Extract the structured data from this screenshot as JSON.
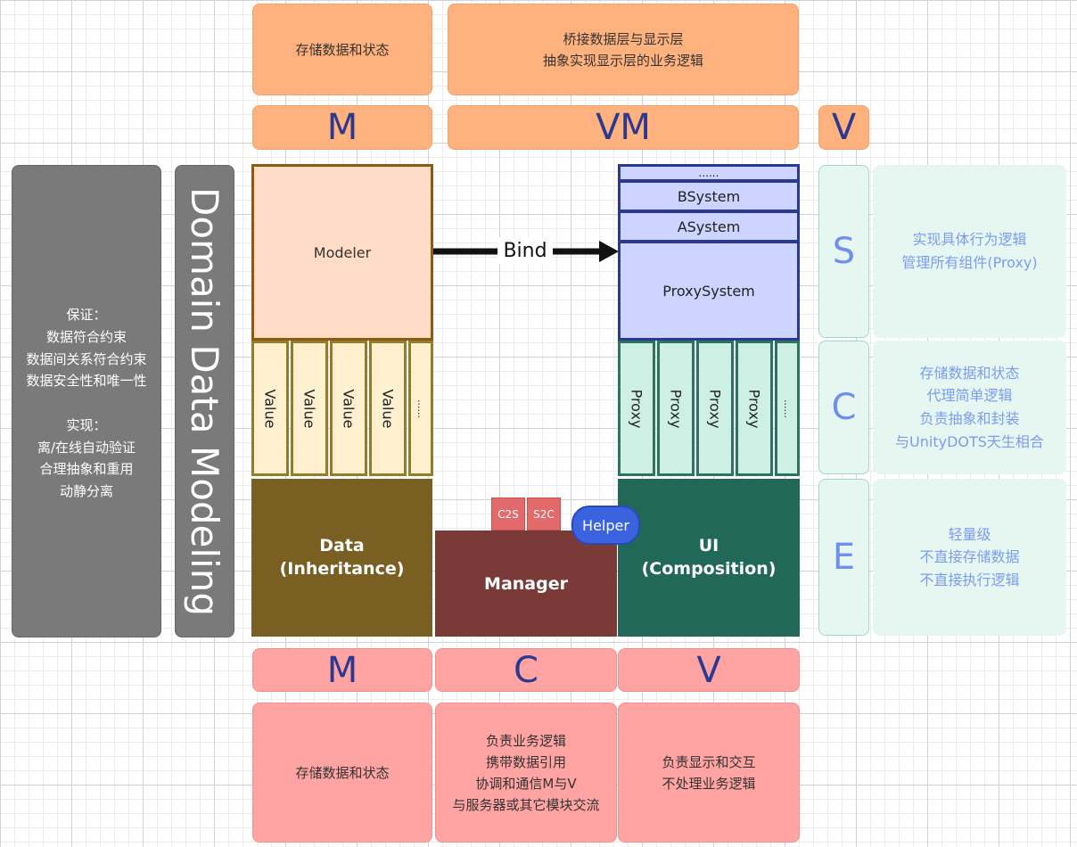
{
  "top": {
    "m_desc": "存储数据和状态",
    "vm_desc": "桥接数据层与显示层\n抽象实现显示层的业务逻辑",
    "m_label": "M",
    "vm_label": "VM",
    "v_label": "V"
  },
  "left": {
    "notes": "保证：\n数据符合约束\n数据间关系符合约束\n数据安全性和唯一性\n\n实现：\n离/在线自动验证\n合理抽象和重用\n动静分离",
    "title": "Domain Data Modeling"
  },
  "model": {
    "modeler": "Modeler",
    "values": [
      "Value",
      "Value",
      "Value",
      "Value",
      "......"
    ]
  },
  "bind_label": "Bind",
  "systems": {
    "ellipsis": "......",
    "bsystem": "BSystem",
    "asystem": "ASystem",
    "proxysystem": "ProxySystem"
  },
  "proxies": [
    "Proxy",
    "Proxy",
    "Proxy",
    "Proxy",
    "......"
  ],
  "bottom_blocks": {
    "data": "Data\n(Inheritance)",
    "manager": "Manager",
    "ui": "UI\n(Composition)",
    "c2s": "C2S",
    "s2c": "S2C",
    "helper": "Helper"
  },
  "sce": {
    "s_label": "S",
    "c_label": "C",
    "e_label": "E",
    "s_desc": "实现具体行为逻辑\n管理所有组件(Proxy)",
    "c_desc": "存储数据和状态\n代理简单逻辑\n负责抽象和封装\n与UnityDOTS天生相合",
    "e_desc": "轻量级\n不直接存储数据\n不直接执行逻辑"
  },
  "bottom": {
    "m_label": "M",
    "c_label": "C",
    "v_label": "V",
    "m_desc": "存储数据和状态",
    "c_desc": "负责业务逻辑\n携带数据引用\n协调和通信M与V\n与服务器或其它模块交流",
    "v_desc": "负责显示和交互\n不处理业务逻辑"
  },
  "colors": {
    "orange": "#ffb27d",
    "pink": "#ffa3a3",
    "mint": "#e6f7f2",
    "header_text": "#2b3990",
    "data": "#7a5f22",
    "manager": "#7a3a38",
    "ui": "#226859",
    "helper": "#3b63e0"
  }
}
